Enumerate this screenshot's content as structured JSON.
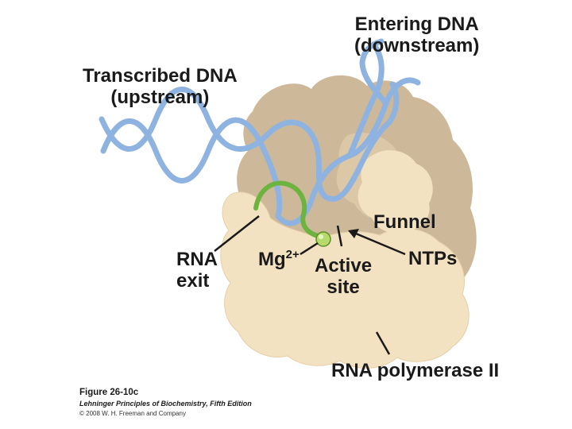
{
  "labels": {
    "entering_dna_line1": "Entering DNA",
    "entering_dna_line2": "(downstream)",
    "transcribed_dna_line1": "Transcribed DNA",
    "transcribed_dna_line2": "(upstream)",
    "funnel": "Funnel",
    "ntps": "NTPs",
    "rna_exit_line1": "RNA",
    "rna_exit_line2": "exit",
    "mg_base": "Mg",
    "mg_charge": "2+",
    "active_site_line1": "Active",
    "active_site_line2": "site",
    "rna_polymerase": "RNA polymerase II"
  },
  "caption": {
    "figure": "Figure 26-10c",
    "book": "Lehninger Principles of Biochemistry, Fifth Edition",
    "copyright": "© 2008 W. H. Freeman and Company"
  },
  "colors": {
    "dna": "#8fb3e0",
    "rna": "#6db33f",
    "protein_back": "#cdb99a",
    "protein_front": "#f3e2c2",
    "mg_ion": "#b6db6a"
  }
}
